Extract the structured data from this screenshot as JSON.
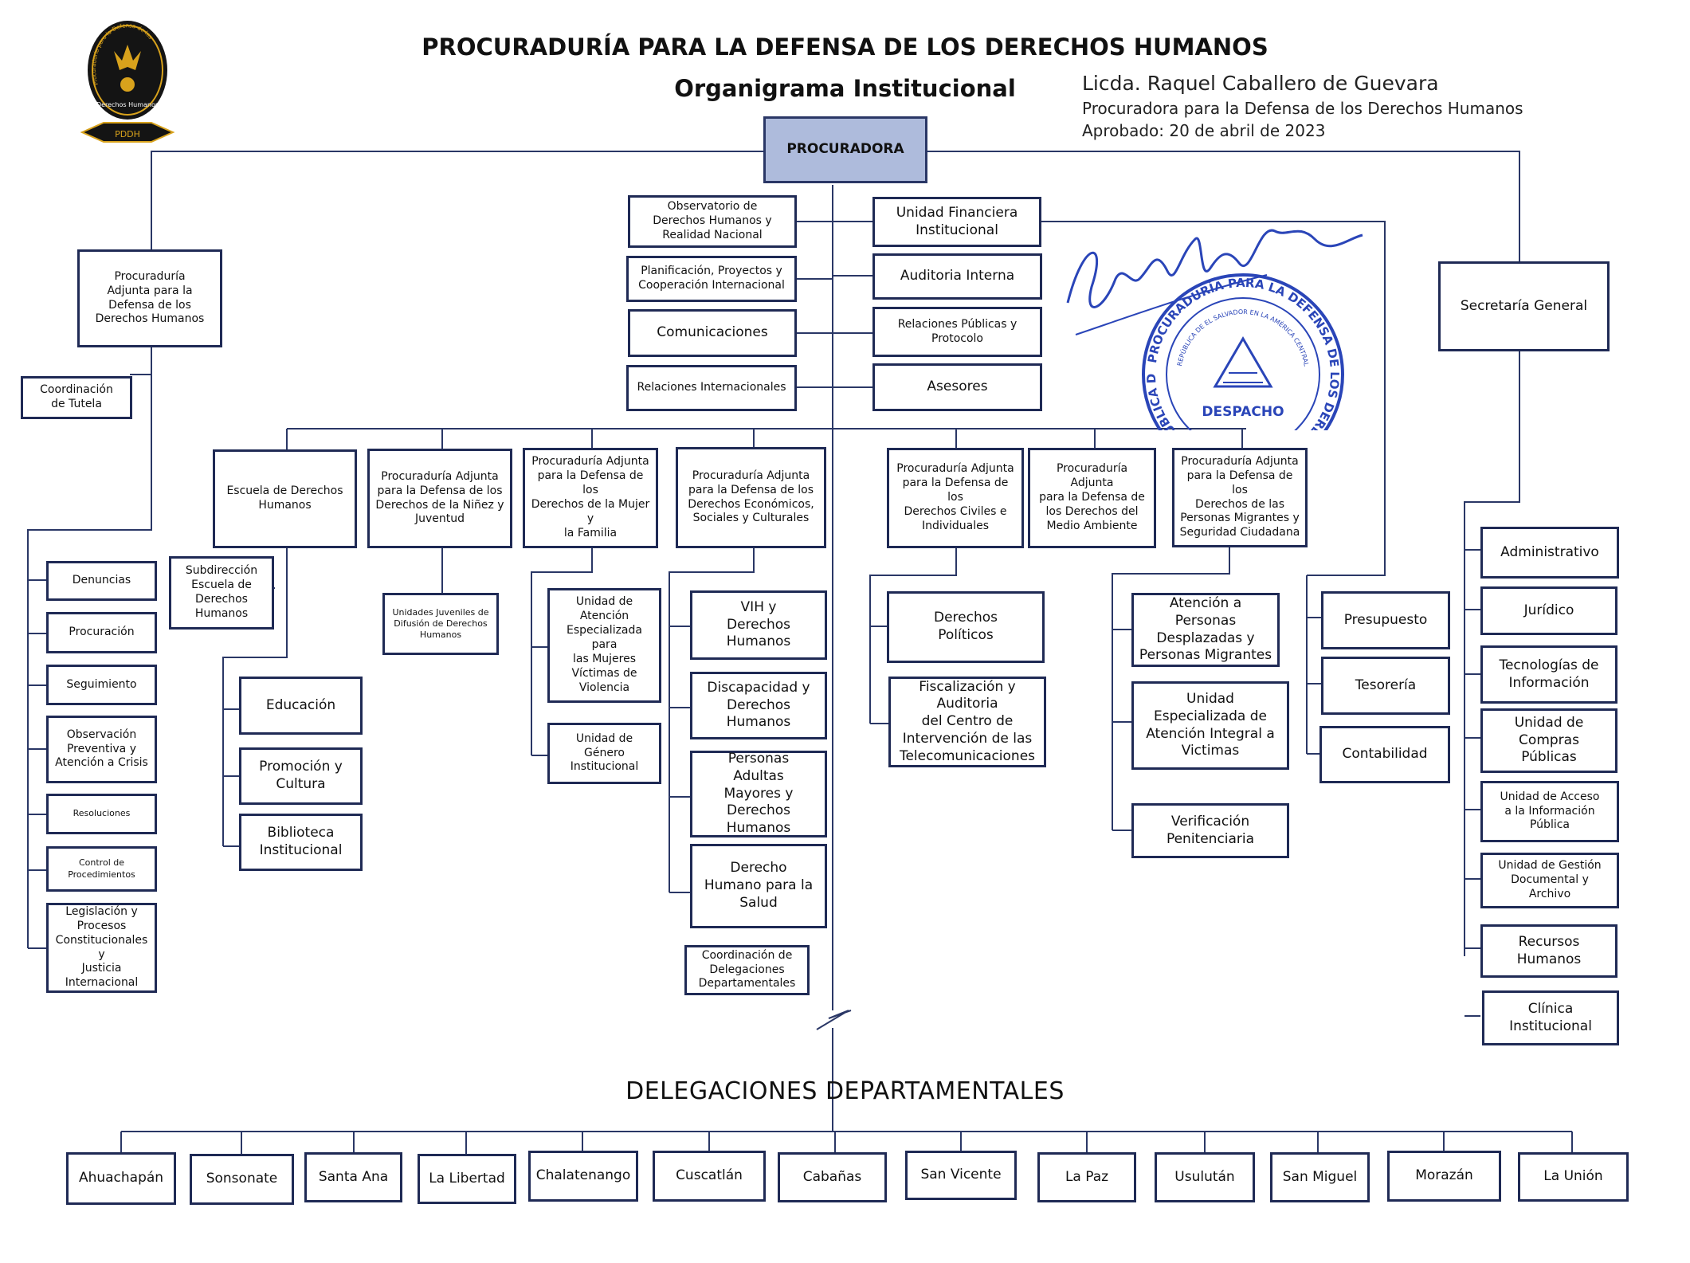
{
  "header": {
    "title": "PROCURADURÍA PARA LA DEFENSA DE LOS DERECHOS HUMANOS",
    "subtitle": "Organigrama Institucional"
  },
  "signature": {
    "name": "Licda. Raquel Caballero de Guevara",
    "role": "Procuradora para la Defensa de los Derechos Humanos",
    "approved": "Aprobado: 20 de abril de 2023"
  },
  "logo": {
    "ring_text": "Procuraduría para la Defensa de los",
    "center_text": "Derechos Humanos",
    "banner_text": "PDDH",
    "icon": "pddh-emblem-icon"
  },
  "seal": {
    "ring_text": "PROCURADURÍA PARA LA DEFENSA DE LOS DERECHOS HUMANOS · REPÚBLICA DE EL SALVADOR, C.A.",
    "inner_text": "REPÚBLICA DE EL SALVADOR EN LA AMÉRICA CENTRAL",
    "center_text": "DESPACHO",
    "icon": "coat-of-arms-icon",
    "color": "#2a45b8"
  },
  "colors": {
    "line": "#2a3766",
    "box_border": "#1f2a55",
    "root_fill": "#aebbdc"
  },
  "boxes": {
    "procuradora": "PROCURADORA",
    "observatorio": "Observatorio de\nDerechos Humanos y\nRealidad Nacional",
    "planificacion": "Planificación, Proyectos y\nCooperación Internacional",
    "comunicaciones": "Comunicaciones",
    "relaciones_int": "Relaciones Internacionales",
    "unidad_financiera": "Unidad Financiera\nInstitucional",
    "auditoria": "Auditoria Interna",
    "relaciones_pub": "Relaciones Públicas y\nProtocolo",
    "asesores": "Asesores",
    "adjunta_ddhh": "Procuraduría\nAdjunta para la\nDefensa de los\nDerechos Humanos",
    "tutela": "Coordinación\nde Tutela",
    "denuncias": "Denuncias",
    "procuracion": "Procuración",
    "seguimiento": "Seguimiento",
    "observacion": "Observación\nPreventiva y\nAtención a Crisis",
    "resoluciones": "Resoluciones",
    "control": "Control de\nProcedimientos",
    "legislacion": "Legislación y\nProcesos\nConstitucionales y\nJusticia\nInternacional",
    "escuela": "Escuela de Derechos\nHumanos",
    "subdireccion": "Subdirección\nEscuela de\nDerechos\nHumanos",
    "educacion": "Educación",
    "promocion": "Promoción y\nCultura",
    "biblioteca": "Biblioteca\nInstitucional",
    "adj_ninez": "Procuraduría Adjunta\npara la Defensa de los\nDerechos de la Niñez y\nJuventud",
    "juveniles": "Unidades Juveniles de\nDifusión de Derechos\nHumanos",
    "adj_mujer": "Procuraduría Adjunta\npara la Defensa de los\nDerechos de la Mujer y\nla Familia",
    "atencion_mujeres": "Unidad de\nAtención\nEspecializada para\nlas Mujeres\nVíctimas de\nViolencia",
    "genero": "Unidad de\nGénero\nInstitucional",
    "adj_desc": "Procuraduría Adjunta\npara la Defensa de los\nDerechos Económicos,\nSociales y Culturales",
    "vih": "VIH y\nDerechos Humanos",
    "discapacidad": "Discapacidad  y\nDerechos\nHumanos",
    "adultos": "Personas\nAdultas\nMayores y\nDerechos\nHumanos",
    "salud": "Derecho\nHumano para la\nSalud",
    "coord_deleg": "Coordinación de\nDelegaciones\nDepartamentales",
    "adj_civiles": "Procuraduría Adjunta\npara la Defensa de los\nDerechos Civiles e\nIndividuales",
    "politicos": "Derechos\nPolíticos",
    "fiscalizacion": "Fiscalización y Auditoria\ndel Centro de\nIntervención de las\nTelecomunicaciones",
    "adj_ambiente": "Procuraduría Adjunta\npara la Defensa de\nlos Derechos del\nMedio Ambiente",
    "adj_migrantes": "Procuraduría Adjunta\npara la Defensa de los\nDerechos de las\nPersonas  Migrantes y\nSeguridad Ciudadana",
    "desplazadas": "Atención a Personas\nDesplazadas y\nPersonas Migrantes",
    "victimas": "Unidad\nEspecializada de\nAtención Integral a\nVictimas",
    "verificacion": "Verificación\nPenitenciaria",
    "presupuesto": "Presupuesto",
    "tesoreria": "Tesorería",
    "contabilidad": "Contabilidad",
    "secretaria": "Secretaría General",
    "administrativo": "Administrativo",
    "juridico": "Jurídico",
    "tecnologias": "Tecnologías de\nInformación",
    "compras": "Unidad de\nCompras\nPúblicas",
    "acceso": "Unidad de Acceso\na la Información\nPública",
    "gestion_doc": "Unidad de Gestión\nDocumental y\nArchivo",
    "rrhh": "Recursos\nHumanos",
    "clinica": "Clínica\nInstitucional"
  },
  "delegaciones": {
    "title": "DELEGACIONES DEPARTAMENTALES",
    "items": [
      "Ahuachapán",
      "Sonsonate",
      "Santa Ana",
      "La Libertad",
      "Chalatenango",
      "Cuscatlán",
      "Cabañas",
      "San Vicente",
      "La Paz",
      "Usulután",
      "San Miguel",
      "Morazán",
      "La Unión"
    ]
  }
}
